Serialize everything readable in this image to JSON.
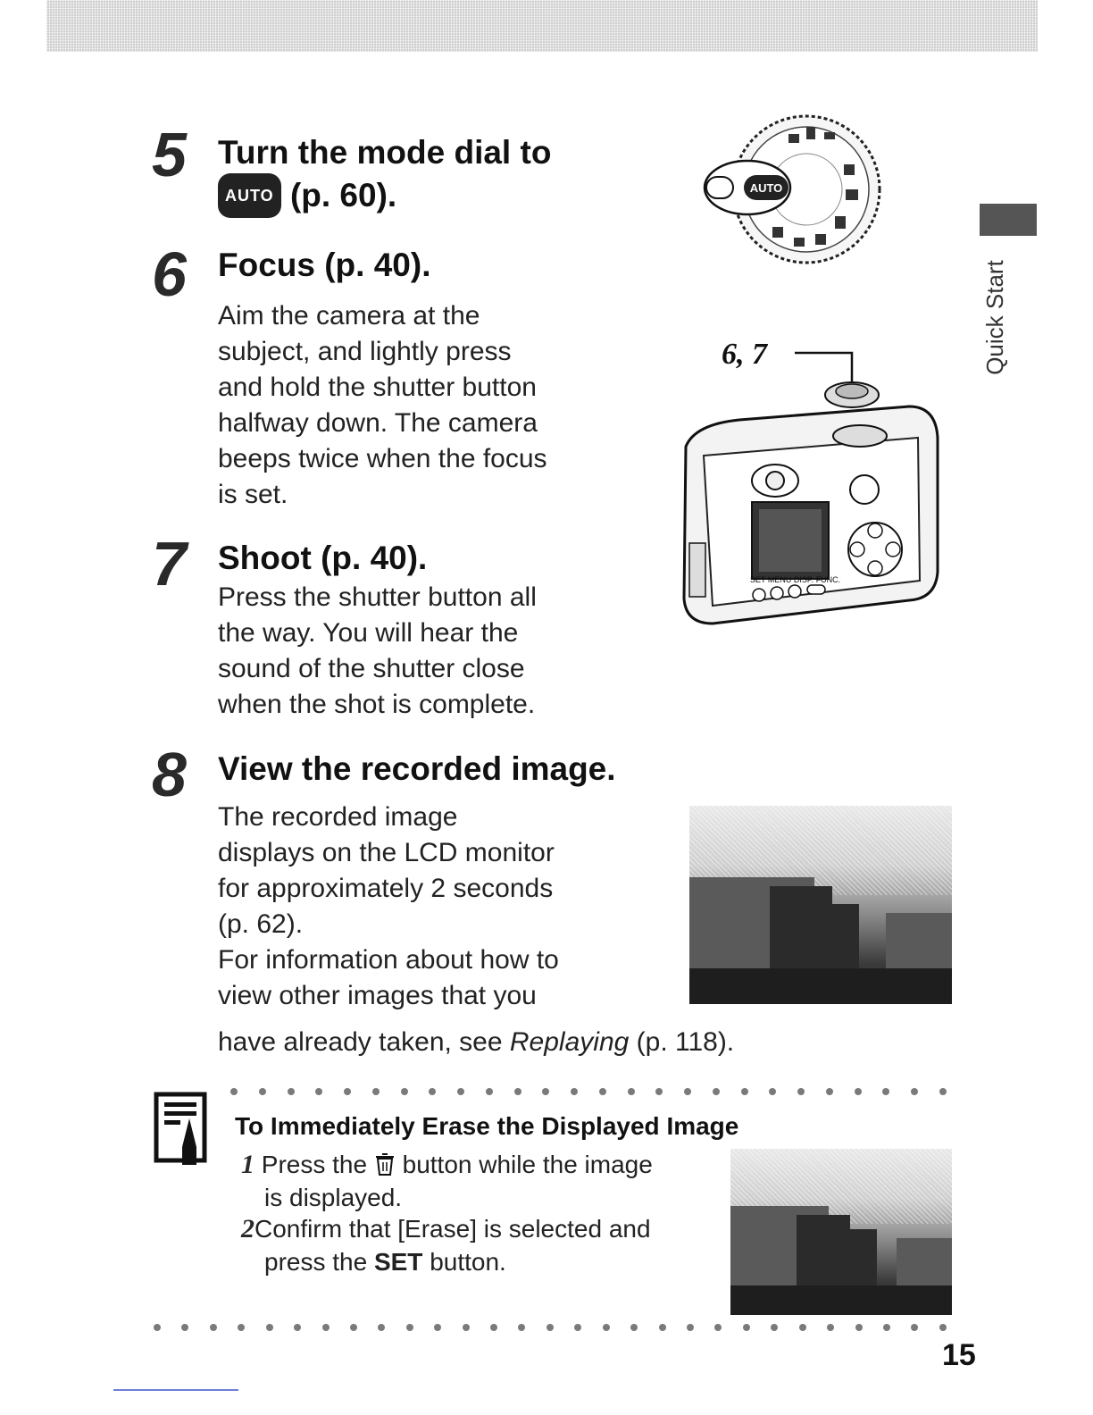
{
  "side_tab": {
    "label": "Quick Start"
  },
  "steps": [
    {
      "num": "5",
      "title_line1": "Turn the mode dial to",
      "badge": "AUTO",
      "title_line2_ref": "(p. 60)."
    },
    {
      "num": "6",
      "title": "Focus (p. 40).",
      "lines": [
        "Aim the camera at the",
        "subject, and lightly press",
        "and hold the shutter button",
        "halfway down. The camera",
        "beeps twice when the focus",
        "is set."
      ]
    },
    {
      "num": "7",
      "title": "Shoot (p. 40).",
      "lines": [
        "Press the shutter button all",
        "the way. You will hear the",
        "sound of the shutter close",
        "when the shot is complete."
      ]
    },
    {
      "num": "8",
      "title": "View the recorded image.",
      "lines": [
        "The recorded image",
        "displays on the LCD monitor",
        "for approximately 2 seconds",
        "(p. 62).",
        "For information about how to",
        "view other images that you"
      ],
      "last_line_prefix": "have already taken, see ",
      "last_line_italic": "Replaying",
      "last_line_suffix": " (p. 118)."
    }
  ],
  "dial": {
    "badge": "AUTO"
  },
  "camera": {
    "callout": "6, 7",
    "button_labels": "SET MENU DISP. FUNC."
  },
  "note": {
    "title": "To Immediately Erase the Displayed Image",
    "items": [
      {
        "num": "1",
        "line1_before": "Press the ",
        "line1_after": " button while the image",
        "line2": "is displayed."
      },
      {
        "num": "2",
        "line1": "Confirm that [Erase] is selected and",
        "line2_before": "press the ",
        "line2_bold": "SET",
        "line2_after": " button."
      }
    ]
  },
  "page_number": "15"
}
